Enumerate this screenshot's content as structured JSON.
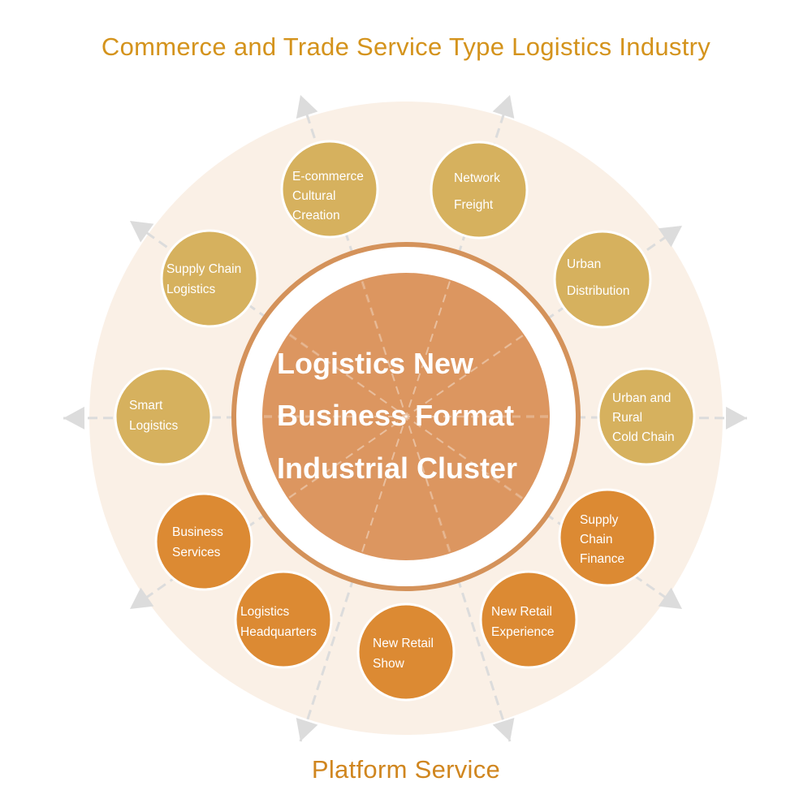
{
  "titles": {
    "top": "Commerce and Trade Service Type Logistics Industry",
    "bottom": "Platform Service"
  },
  "center": {
    "lines": [
      "Logistics New",
      "Business Format",
      "Industrial Cluster"
    ]
  },
  "colors": {
    "background_ring": "#faf0e6",
    "center_fill": "#dc9660",
    "center_ring": "#d4925a",
    "gold_node": "#d6b15e",
    "orange_node": "#dc8a33",
    "arrow": "#dcdcdc"
  },
  "nodes": [
    {
      "id": "e-commerce-cultural-creation",
      "lines": [
        "E-commerce",
        "Cultural",
        "Creation"
      ],
      "color": "gold"
    },
    {
      "id": "network-freight",
      "lines": [
        "Network",
        "Freight"
      ],
      "color": "gold"
    },
    {
      "id": "urban-distribution",
      "lines": [
        "Urban",
        "Distribution"
      ],
      "color": "gold"
    },
    {
      "id": "urban-rural-cold-chain",
      "lines": [
        "Urban and",
        "Rural",
        "Cold Chain"
      ],
      "color": "gold"
    },
    {
      "id": "supply-chain-finance",
      "lines": [
        "Supply",
        "Chain",
        "Finance"
      ],
      "color": "orange"
    },
    {
      "id": "new-retail-experience",
      "lines": [
        "New Retail",
        "Experience"
      ],
      "color": "orange"
    },
    {
      "id": "new-retail-show",
      "lines": [
        "New Retail",
        "Show"
      ],
      "color": "orange"
    },
    {
      "id": "logistics-headquarters",
      "lines": [
        "Logistics",
        "Headquarters"
      ],
      "color": "orange"
    },
    {
      "id": "business-services",
      "lines": [
        "Business",
        "Services"
      ],
      "color": "orange"
    },
    {
      "id": "smart-logistics",
      "lines": [
        "Smart",
        "Logistics"
      ],
      "color": "gold"
    },
    {
      "id": "supply-chain-logistics",
      "lines": [
        "Supply Chain",
        "Logistics"
      ],
      "color": "gold"
    }
  ]
}
